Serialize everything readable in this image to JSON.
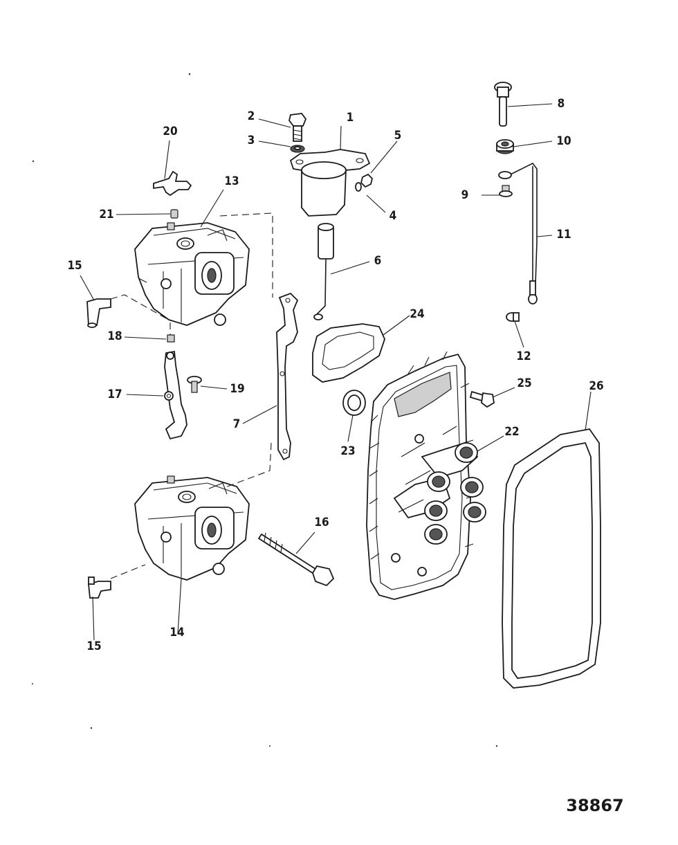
{
  "callouts": [
    "1",
    "2",
    "3",
    "4",
    "5",
    "6",
    "7",
    "8",
    "9",
    "10",
    "11",
    "12",
    "13",
    "14",
    "15",
    "15",
    "16",
    "17",
    "18",
    "19",
    "20",
    "21",
    "22",
    "23",
    "24",
    "25",
    "26"
  ],
  "drawing_number": "38867"
}
